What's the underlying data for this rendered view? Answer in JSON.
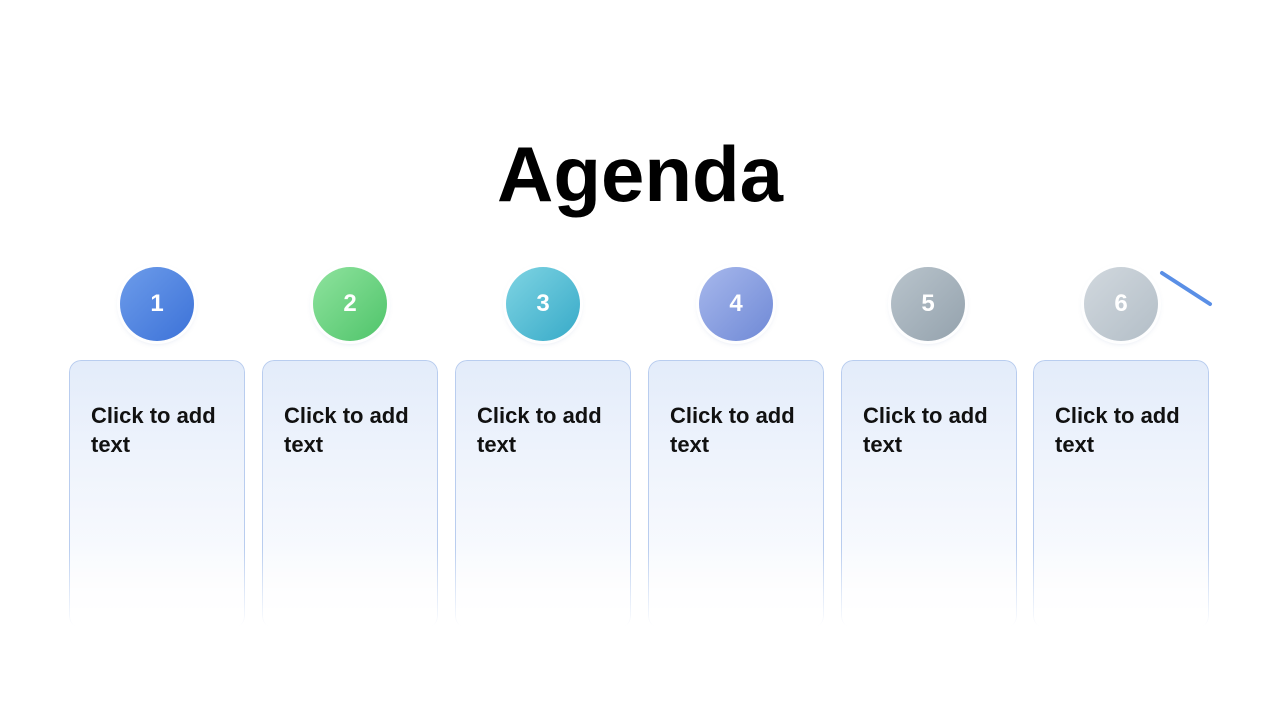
{
  "slide": {
    "title": "Agenda",
    "steps": [
      {
        "number": "1",
        "text": "Click to add text",
        "color_from": "#6d9cea",
        "color_to": "#3c72d8"
      },
      {
        "number": "2",
        "text": "Click to add text",
        "color_from": "#8fe39e",
        "color_to": "#4fc46a"
      },
      {
        "number": "3",
        "text": "Click to add text",
        "color_from": "#7fd4e3",
        "color_to": "#37aac8"
      },
      {
        "number": "4",
        "text": "Click to add text",
        "color_from": "#a7b8ec",
        "color_to": "#6f89d6"
      },
      {
        "number": "5",
        "text": "Click to add text",
        "color_from": "#b9c4cc",
        "color_to": "#94a2ad"
      },
      {
        "number": "6",
        "text": "Click to add text",
        "color_from": "#d1d8de",
        "color_to": "#b3bec7"
      }
    ]
  },
  "colors": {
    "line_start": "#c7daf7",
    "line_end": "#3f7be0",
    "card_border": "#b9cdef"
  }
}
